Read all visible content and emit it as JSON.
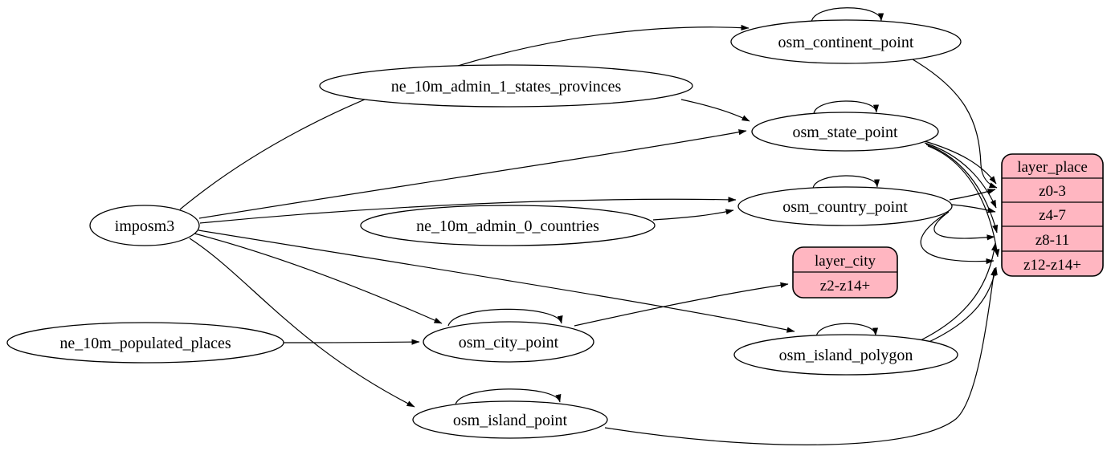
{
  "diagram": {
    "type": "etl-graph",
    "colors": {
      "background": "#ffffff",
      "node_fill": "#ffffff",
      "record_fill": "#ffb6c1",
      "stroke": "#000000"
    },
    "nodes": {
      "imposm3": "imposm3",
      "ne_10m_populated_places": "ne_10m_populated_places",
      "ne_10m_admin_1_states_provinces": "ne_10m_admin_1_states_provinces",
      "ne_10m_admin_0_countries": "ne_10m_admin_0_countries",
      "osm_continent_point": "osm_continent_point",
      "osm_state_point": "osm_state_point",
      "osm_country_point": "osm_country_point",
      "osm_city_point": "osm_city_point",
      "osm_island_polygon": "osm_island_polygon",
      "osm_island_point": "osm_island_point"
    },
    "records": {
      "layer_city": {
        "title": "layer_city",
        "rows": [
          "z2-z14+"
        ]
      },
      "layer_place": {
        "title": "layer_place",
        "rows": [
          "z0-3",
          "z4-7",
          "z8-11",
          "z12-z14+"
        ]
      }
    },
    "edges": [
      {
        "from": "imposm3",
        "to": "osm_continent_point"
      },
      {
        "from": "imposm3",
        "to": "osm_state_point"
      },
      {
        "from": "imposm3",
        "to": "osm_country_point"
      },
      {
        "from": "imposm3",
        "to": "osm_city_point"
      },
      {
        "from": "imposm3",
        "to": "osm_island_polygon"
      },
      {
        "from": "imposm3",
        "to": "osm_island_point"
      },
      {
        "from": "ne_10m_admin_1_states_provinces",
        "to": "osm_state_point"
      },
      {
        "from": "ne_10m_admin_0_countries",
        "to": "osm_country_point"
      },
      {
        "from": "ne_10m_populated_places",
        "to": "osm_city_point"
      },
      {
        "from": "osm_continent_point",
        "to": "osm_continent_point"
      },
      {
        "from": "osm_state_point",
        "to": "osm_state_point"
      },
      {
        "from": "osm_country_point",
        "to": "osm_country_point"
      },
      {
        "from": "osm_city_point",
        "to": "osm_city_point"
      },
      {
        "from": "osm_island_polygon",
        "to": "osm_island_polygon"
      },
      {
        "from": "osm_island_point",
        "to": "osm_island_point"
      },
      {
        "from": "osm_city_point",
        "to": "layer_city:z2-z14+"
      },
      {
        "from": "osm_continent_point",
        "to": "layer_place:z0-3"
      },
      {
        "from": "osm_state_point",
        "to": "layer_place:z0-3"
      },
      {
        "from": "osm_state_point",
        "to": "layer_place:z4-7"
      },
      {
        "from": "osm_state_point",
        "to": "layer_place:z8-11"
      },
      {
        "from": "osm_state_point",
        "to": "layer_place:z12-z14+"
      },
      {
        "from": "osm_country_point",
        "to": "layer_place:z0-3"
      },
      {
        "from": "osm_country_point",
        "to": "layer_place:z4-7"
      },
      {
        "from": "osm_country_point",
        "to": "layer_place:z8-11"
      },
      {
        "from": "osm_country_point",
        "to": "layer_place:z12-z14+"
      },
      {
        "from": "osm_island_polygon",
        "to": "layer_place:z8-11"
      },
      {
        "from": "osm_island_polygon",
        "to": "layer_place:z12-z14+"
      },
      {
        "from": "osm_island_point",
        "to": "layer_place:z12-z14+"
      }
    ]
  }
}
